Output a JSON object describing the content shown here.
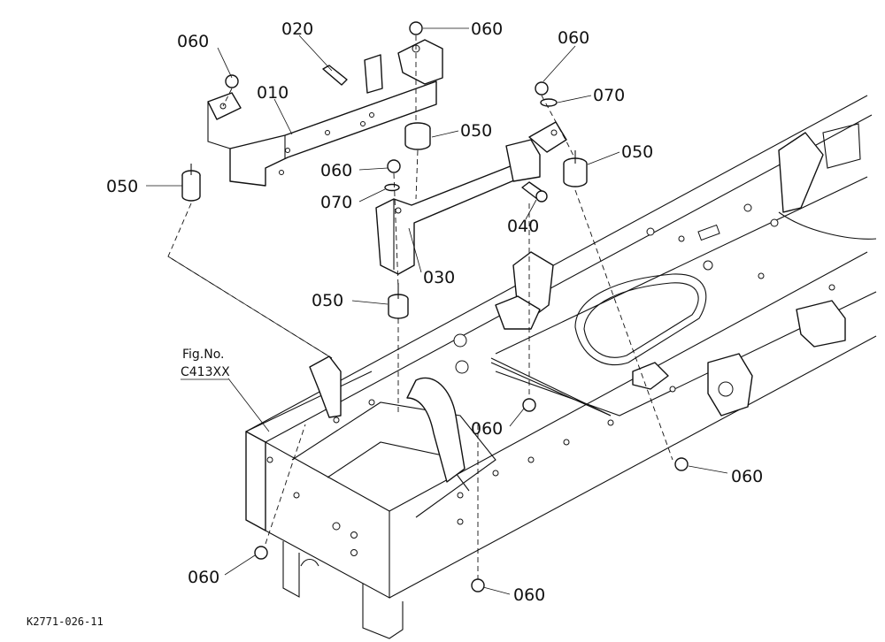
{
  "callouts": {
    "c010": "010",
    "c020": "020",
    "c030": "030",
    "c040": "040",
    "c050_a": "050",
    "c050_b": "050",
    "c050_c": "050",
    "c050_d": "050",
    "c060_a": "060",
    "c060_b": "060",
    "c060_c": "060",
    "c060_d": "060",
    "c060_e": "060",
    "c060_f": "060",
    "c060_g": "060",
    "c060_h": "060",
    "c070_a": "070",
    "c070_b": "070"
  },
  "reference": {
    "line1": "Fig.No.",
    "line2": "C413XX"
  },
  "drawing_code": "K2771-026-11"
}
